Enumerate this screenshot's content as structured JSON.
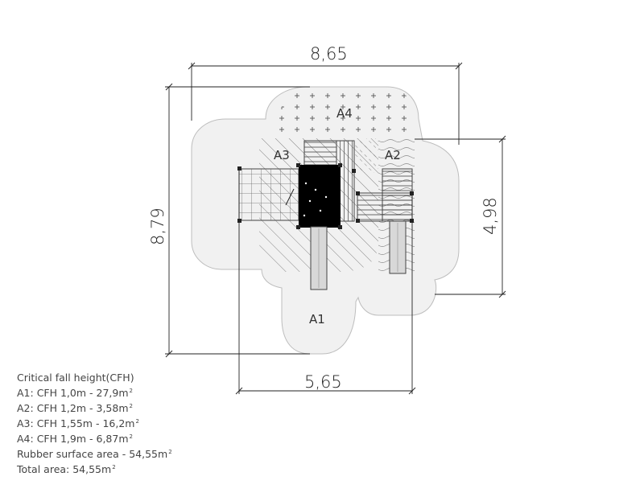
{
  "drawing": {
    "dimensions": {
      "overall_width": "8,65",
      "overall_depth": "8,79",
      "structure_width": "5,65",
      "side_depth": "4,98"
    },
    "zones": {
      "a1": "A1",
      "a2": "A2",
      "a3": "A3",
      "a4": "A4"
    },
    "colors": {
      "surface_fill": "#f1f1f1",
      "surface_stroke": "#bdbdbd",
      "line": "#222222",
      "platform": "#000000"
    }
  },
  "legend": {
    "title": "Critical fall height(CFH)",
    "a1": {
      "text": "A1: CFH 1,0m - 27,9m",
      "sup": "2"
    },
    "a2": {
      "text": "A2: CFH 1,2m - 3,58m",
      "sup": "2"
    },
    "a3": {
      "text": "A3: CFH 1,55m - 16,2m",
      "sup": "2"
    },
    "a4": {
      "text": "A4: CFH 1,9m - 6,87m",
      "sup": "2"
    },
    "rubber": {
      "text": "Rubber surface area - 54,55m",
      "sup": "2"
    },
    "total": {
      "text": "Total area: 54,55m",
      "sup": "2"
    }
  }
}
